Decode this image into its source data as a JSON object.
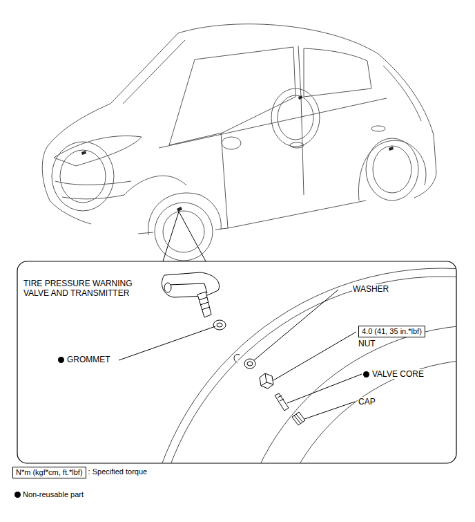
{
  "diagram": {
    "nodes": [
      {
        "text": [
          "4.0 (41, 35 in.*lbf)",
          "NUT"
        ]
      },
      {
        "text": [
          "N*m (kgf*cm, ft.*lbf)"
        ]
      }
    ],
    "labels": [
      "TIRE PRESSURE WARNING VALVE AND TRANSMITTER",
      "WASHER",
      "GROMMET",
      "VALVE CORE",
      "CAP"
    ],
    "legend": [
      {
        "text": ": Specified torque"
      },
      {
        "text": "Non-reusable part"
      }
    ]
  }
}
